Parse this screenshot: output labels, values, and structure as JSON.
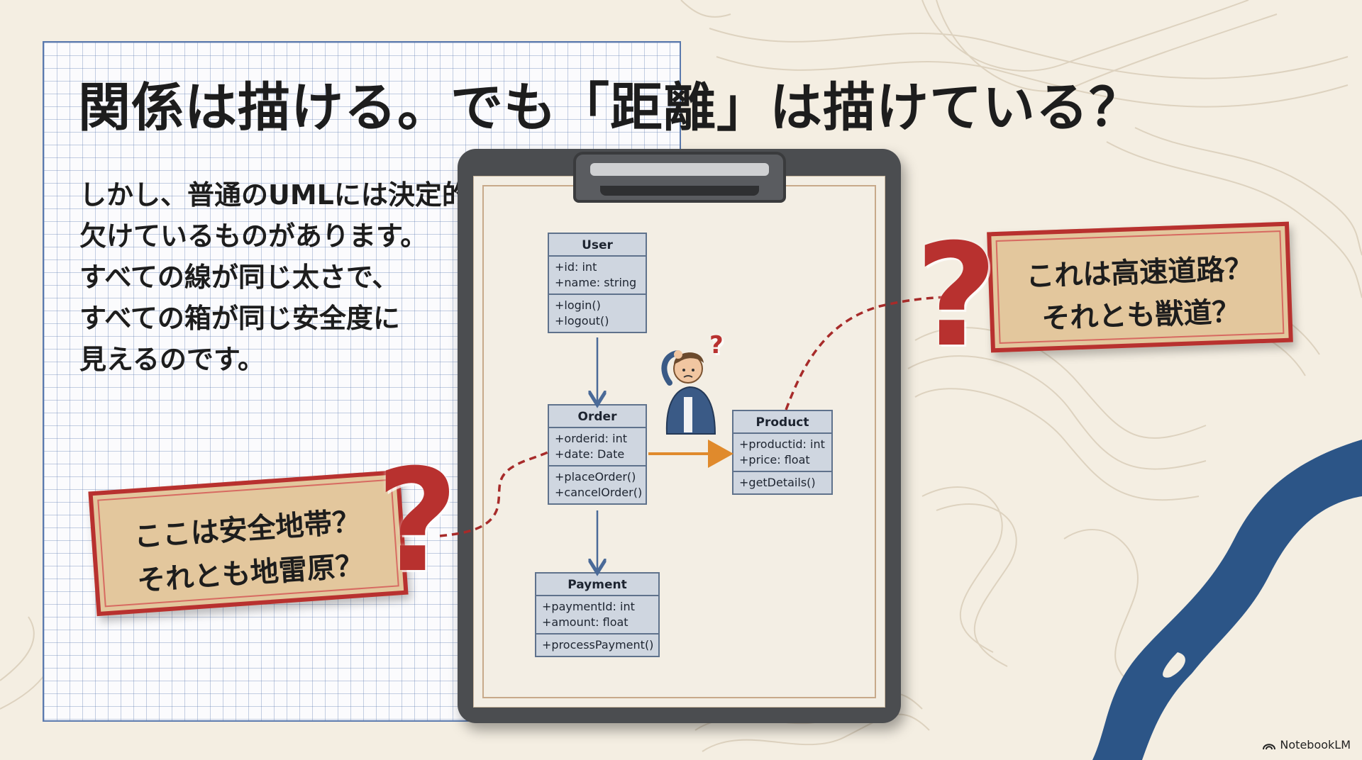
{
  "title": "関係は描ける。でも「距離」は描けている？",
  "body_lines": [
    "しかし、普通のUMLには決定的",
    "欠けているものがあります。",
    "すべての線が同じ太さで、",
    "すべての箱が同じ安全度に",
    "見えるのです。"
  ],
  "uml": {
    "user": {
      "name": "User",
      "attrs": [
        "+id: int",
        "+name: string"
      ],
      "methods": [
        "+login()",
        "+logout()"
      ]
    },
    "order": {
      "name": "Order",
      "attrs": [
        "+orderid: int",
        "+date: Date"
      ],
      "methods": [
        "+placeOrder()",
        "+cancelOrder()"
      ]
    },
    "product": {
      "name": "Product",
      "attrs": [
        "+productid: int",
        "+price: float"
      ],
      "methods": [
        "+getDetails()"
      ]
    },
    "payment": {
      "name": "Payment",
      "attrs": [
        "+paymentId: int",
        "+amount: float"
      ],
      "methods": [
        "+processPayment()"
      ]
    }
  },
  "sign_right": {
    "lines": [
      "これは高速道路？",
      "それとも獣道？"
    ],
    "mark": "?"
  },
  "sign_left": {
    "lines": [
      "ここは安全地帯？",
      "それとも地雷原？"
    ],
    "mark": "?"
  },
  "person_mark": "?",
  "brand": "NotebookLM",
  "colors": {
    "accent_red": "#b8312f",
    "river_blue": "#2c5587",
    "uml_fill": "#cfd6e0",
    "sign_fill": "#e3c79d",
    "arrow_orange": "#e08a2c"
  }
}
